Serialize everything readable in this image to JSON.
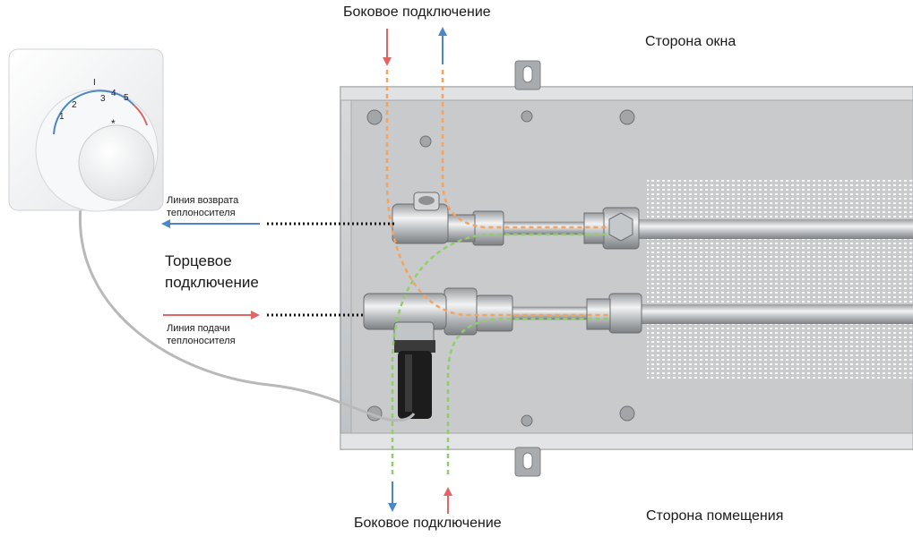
{
  "labels": {
    "side_top": "Боковое подключение",
    "side_bottom": "Боковое подключение",
    "window_side": "Сторона окна",
    "room_side": "Сторона помещения",
    "end_connection_line1": "Торцевое",
    "end_connection_line2": "подключение",
    "return_line1": "Линия возврата",
    "return_line2": "теплоносителя",
    "supply_line1": "Линия подачи",
    "supply_line2": "теплоносителя"
  },
  "thermostat_scale": [
    "I",
    "1",
    "2",
    "3",
    "4",
    "5",
    "*"
  ],
  "colors": {
    "supply_red": "#e06666",
    "return_blue": "#4a86c8",
    "orange_dashed": "#f4a460",
    "green_dashed": "#8fce6a",
    "housing_gray": "#c4c6c8",
    "valve_black": "#1c1c1c"
  }
}
